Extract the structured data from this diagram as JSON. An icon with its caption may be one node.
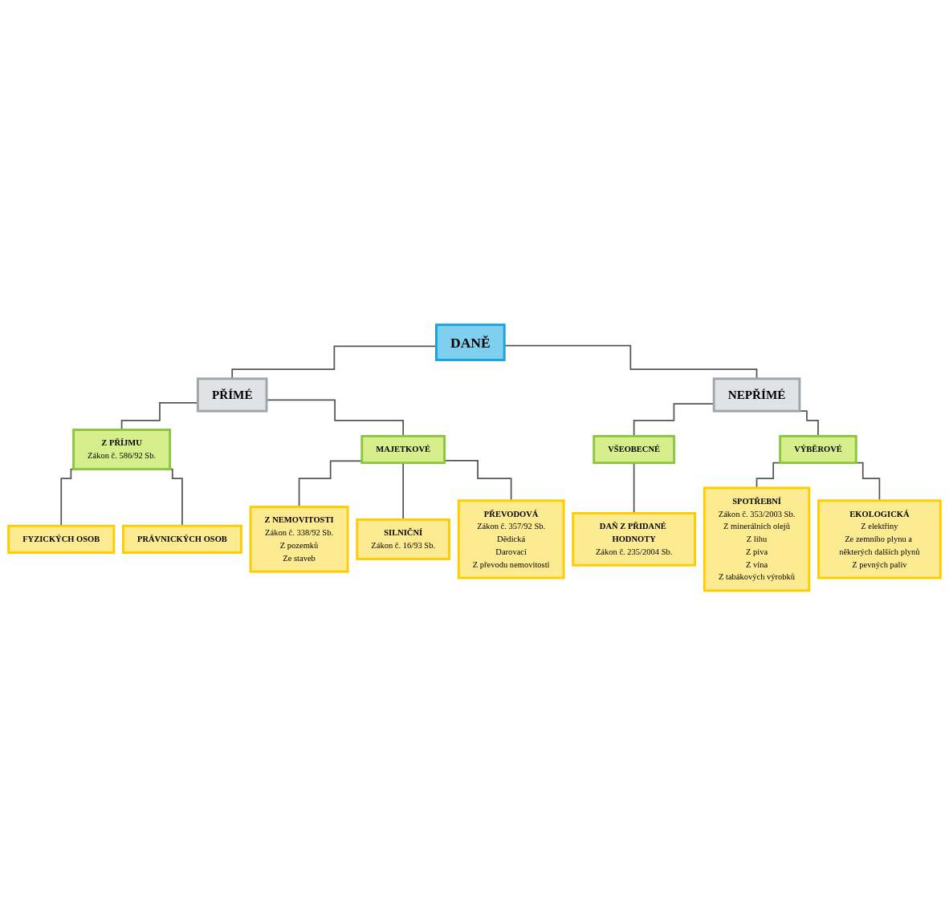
{
  "diagram": {
    "nodes": [
      {
        "text": [
          "DANĚ"
        ]
      },
      {
        "text": [
          "PŘÍMÉ"
        ]
      },
      {
        "text": [
          "NEPŘÍMÉ"
        ]
      },
      {
        "text": [
          "Z PŘÍJMU",
          "Zákon č. 586/92 Sb."
        ]
      },
      {
        "text": [
          "MAJETKOVÉ"
        ]
      },
      {
        "text": [
          "VŠEOBECNÉ"
        ]
      },
      {
        "text": [
          "VÝBĚROVÉ"
        ]
      },
      {
        "text": [
          "FYZICKÝCH OSOB"
        ]
      },
      {
        "text": [
          "PRÁVNICKÝCH OSOB"
        ]
      },
      {
        "text": [
          "Z NEMOVITOSTI",
          "Zákon č. 338/92 Sb.",
          "Z pozemků",
          "Ze staveb"
        ]
      },
      {
        "text": [
          "SILNIČNÍ",
          "Zákon č. 16/93 Sb."
        ]
      },
      {
        "text": [
          "PŘEVODOVÁ",
          "Zákon č. 357/92 Sb.",
          "Dědická",
          "Darovací",
          "Z převodu nemovitostí"
        ]
      },
      {
        "text": [
          "DAŇ Z PŘIDANÉ HODNOTY",
          "Zákon č. 235/2004 Sb."
        ]
      },
      {
        "text": [
          "SPOTŘEBNÍ",
          "Zákon č. 353/2003 Sb.",
          "Z minerálních olejů",
          "Z lihu",
          "Z piva",
          "Z vína",
          "Z tabákových výrobků"
        ]
      },
      {
        "text": [
          "EKOLOGICKÁ",
          "Z elektřiny",
          "Ze zemního plynu a některých dalších plynů",
          "Z pevných paliv"
        ]
      }
    ],
    "edges": [
      {
        "from": 0,
        "to": 1,
        "arrow": "none"
      },
      {
        "from": 0,
        "to": 2,
        "arrow": "none"
      },
      {
        "from": 1,
        "to": 3,
        "arrow": "none"
      },
      {
        "from": 1,
        "to": 4,
        "arrow": "none"
      },
      {
        "from": 2,
        "to": 5,
        "arrow": "none"
      },
      {
        "from": 2,
        "to": 6,
        "arrow": "none"
      },
      {
        "from": 3,
        "to": 7,
        "arrow": "none"
      },
      {
        "from": 3,
        "to": 8,
        "arrow": "none"
      },
      {
        "from": 4,
        "to": 9,
        "arrow": "none"
      },
      {
        "from": 4,
        "to": 10,
        "arrow": "none"
      },
      {
        "from": 4,
        "to": 11,
        "arrow": "none"
      },
      {
        "from": 5,
        "to": 12,
        "arrow": "none"
      },
      {
        "from": 6,
        "to": 13,
        "arrow": "none"
      },
      {
        "from": 6,
        "to": 14,
        "arrow": "none"
      }
    ]
  }
}
